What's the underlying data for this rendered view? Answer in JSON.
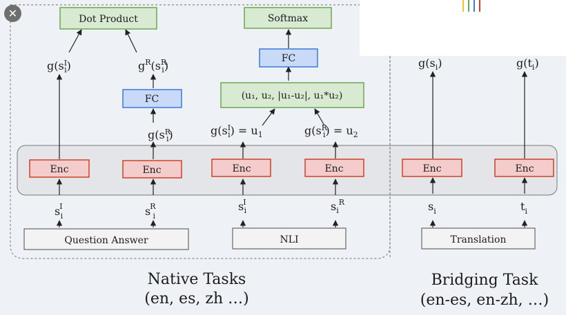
{
  "controls": {
    "close_icon": "✕"
  },
  "boxes": {
    "dot_product": "Dot Product",
    "softmax": "Softmax",
    "fc": "FC",
    "enc": "Enc",
    "question_answer": "Question Answer",
    "nli": "NLI",
    "translation": "Translation"
  },
  "labels": {
    "g_s_i_I": {
      "base": "g(s",
      "sup": "I",
      "sub": "i",
      "close": ")"
    },
    "g_R_s_i_R": {
      "base": "g",
      "sup1": "R",
      "mid": "(s",
      "sup2": "R",
      "sub": "i",
      "close": ")"
    },
    "g_s_i_R": {
      "base": "g(s",
      "sup": "R",
      "sub": "i",
      "close": ")"
    },
    "u_tuple": "(u₁, u₂, |u₁-u₂|, u₁*u₂)",
    "nli_u1": {
      "base": "g(s",
      "sup": "I",
      "sub": "i",
      "eq": ") = u",
      "usub": "1"
    },
    "nli_u2": {
      "base": "g(s",
      "sup": "R",
      "sub": "i",
      "eq": ") = u",
      "usub": "2"
    },
    "g_s_i": {
      "base": "g(s",
      "sub": "i",
      "close": ")"
    },
    "g_t_i": {
      "base": "g(t",
      "sub": "i",
      "close": ")"
    }
  },
  "inputs": {
    "qa_s_I": {
      "base": "s",
      "sup": "I",
      "sub": "i"
    },
    "qa_s_R": {
      "base": "s",
      "sup": "R",
      "sub": "i"
    },
    "nli_s_I": {
      "base": "s",
      "sup": "I",
      "sub": "i"
    },
    "nli_s_R": {
      "base": "s",
      "sup": "R",
      "sub": "i"
    },
    "tr_s": {
      "base": "s",
      "sub": "i"
    },
    "tr_t": {
      "base": "t",
      "sub": "i"
    }
  },
  "footer": {
    "native_title": "Native Tasks",
    "native_langs": "(en, es, zh …)",
    "bridging_title": "Bridging Task",
    "bridging_langs": "(en-es, en-zh, …)"
  },
  "colors": {
    "green_fill": "#d9ead3",
    "green_stroke": "#6aa84f",
    "blue_fill": "#c9daf8",
    "blue_stroke": "#3c78d8",
    "red_fill": "#f4cccc",
    "red_stroke": "#cc4125",
    "gray_fill": "#f3f3f3",
    "gray_stroke": "#666666",
    "band_fill": "#e3e5e8"
  },
  "decor": {
    "stripe_colors": [
      "#f1c232",
      "#6aa84f",
      "#3c78d8",
      "#cc4125"
    ]
  }
}
